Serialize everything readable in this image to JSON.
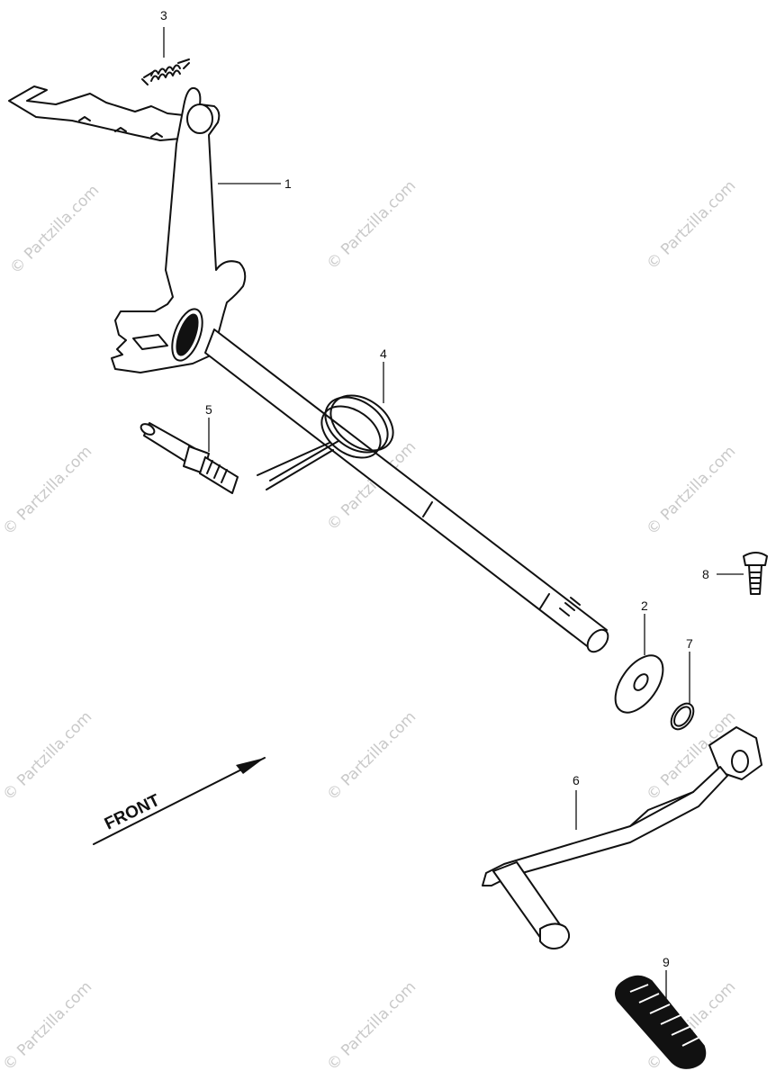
{
  "watermark": "© Partzilla.com",
  "front_label": "FRONT",
  "parts": [
    {
      "num": "1"
    },
    {
      "num": "2"
    },
    {
      "num": "3"
    },
    {
      "num": "4"
    },
    {
      "num": "5"
    },
    {
      "num": "6"
    },
    {
      "num": "7"
    },
    {
      "num": "8"
    },
    {
      "num": "9"
    }
  ],
  "colors": {
    "ink": "#111111",
    "watermark": "#c9c9c9",
    "background": "#ffffff"
  }
}
